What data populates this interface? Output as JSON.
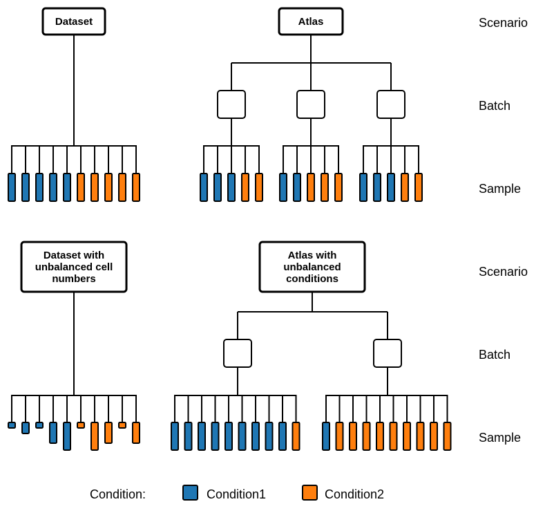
{
  "colors": {
    "condition1": "#1f77b4",
    "condition2": "#ff7f0e",
    "line": "#000000"
  },
  "levels": {
    "scenario": "Scenario",
    "batch": "Batch",
    "sample": "Sample"
  },
  "top": {
    "dataset": {
      "label": [
        "Dataset"
      ],
      "samples": [
        "c1",
        "c1",
        "c1",
        "c1",
        "c1",
        "c2",
        "c2",
        "c2",
        "c2",
        "c2"
      ]
    },
    "atlas": {
      "label": [
        "Atlas"
      ],
      "batches": [
        [
          "c1",
          "c1",
          "c1",
          "c2",
          "c2"
        ],
        [
          "c1",
          "c1",
          "c2",
          "c2",
          "c2"
        ],
        [
          "c1",
          "c1",
          "c1",
          "c2",
          "c2"
        ]
      ]
    }
  },
  "bottom": {
    "dataset": {
      "label": [
        "Dataset with",
        "unbalanced cell",
        "numbers"
      ],
      "samples": [
        {
          "c": "c1",
          "size": 0.2
        },
        {
          "c": "c1",
          "size": 0.4
        },
        {
          "c": "c1",
          "size": 0.2
        },
        {
          "c": "c1",
          "size": 0.75
        },
        {
          "c": "c1",
          "size": 1.0
        },
        {
          "c": "c2",
          "size": 0.2
        },
        {
          "c": "c2",
          "size": 1.0
        },
        {
          "c": "c2",
          "size": 0.75
        },
        {
          "c": "c2",
          "size": 0.2
        },
        {
          "c": "c2",
          "size": 0.75
        }
      ]
    },
    "atlas": {
      "label": [
        "Atlas with",
        "unbalanced",
        "conditions"
      ],
      "batches": [
        [
          "c1",
          "c1",
          "c1",
          "c1",
          "c1",
          "c1",
          "c1",
          "c1",
          "c1",
          "c2"
        ],
        [
          "c1",
          "c2",
          "c2",
          "c2",
          "c2",
          "c2",
          "c2",
          "c2",
          "c2",
          "c2"
        ]
      ]
    }
  },
  "legend": {
    "title": "Condition:",
    "condition1": "Condition1",
    "condition2": "Condition2"
  }
}
